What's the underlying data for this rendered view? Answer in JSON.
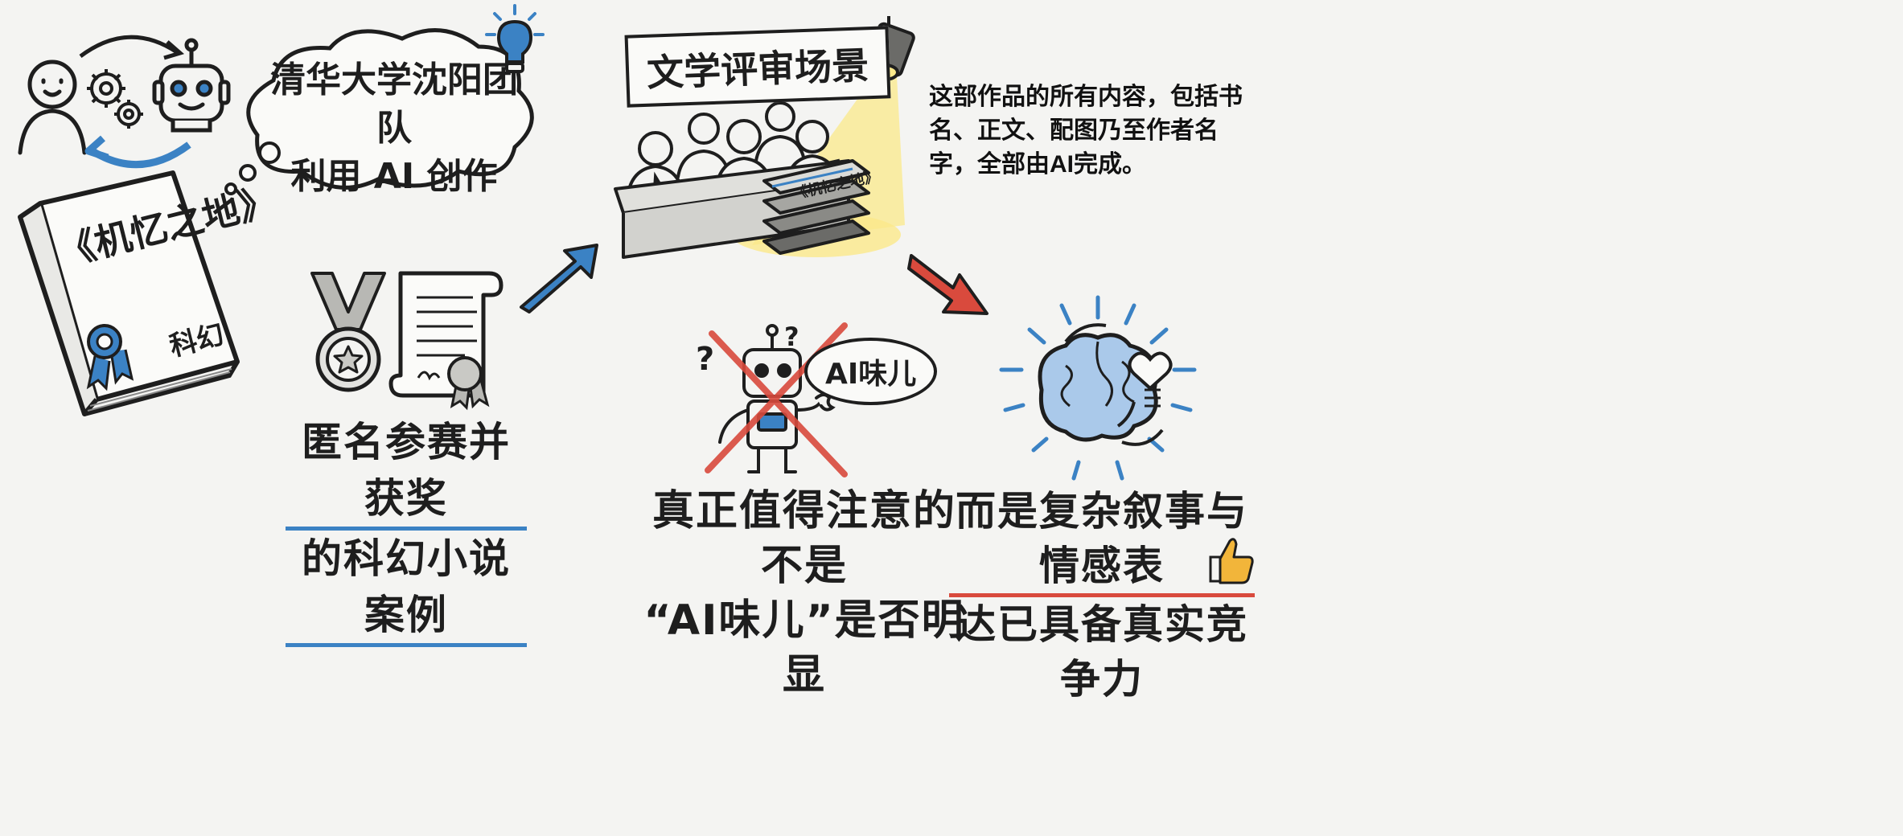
{
  "thought_cloud": {
    "line1": "清华大学沈阳团队",
    "line2": "利用 AI 创作"
  },
  "book": {
    "title": "《机忆之地》",
    "genre": "科幻"
  },
  "award_caption": {
    "line1": "匿名参赛并获奖",
    "line2": "的科幻小说案例"
  },
  "scene_banner": "文学评审场景",
  "book_stack_label": "《机忆之地》",
  "side_note": "这部作品的所有内容，包括书名、正文、配图乃至作者名字，全部由AI完成。",
  "speech_bubble": "AI味儿",
  "robot_caption": {
    "line1": "真正值得注意的不是",
    "line2": "“AI味儿”是否明显"
  },
  "brain_caption": {
    "line1": "而是复杂叙事与情感表",
    "line2": "达已具备真实竞争力"
  },
  "colors": {
    "blue_accent": "#3b82c4",
    "red_accent": "#d94a3d",
    "spotlight": "#fbe98a",
    "background": "#f4f4f2",
    "ink": "#1e1e1e"
  },
  "icons": [
    "person-icon",
    "gears-icon",
    "robot-icon",
    "lightbulb-icon",
    "medal-icon",
    "certificate-icon",
    "ribbon-icon",
    "spotlight-icon",
    "judges-icon",
    "brain-icon",
    "heart-icon",
    "thumbs-up-icon"
  ]
}
